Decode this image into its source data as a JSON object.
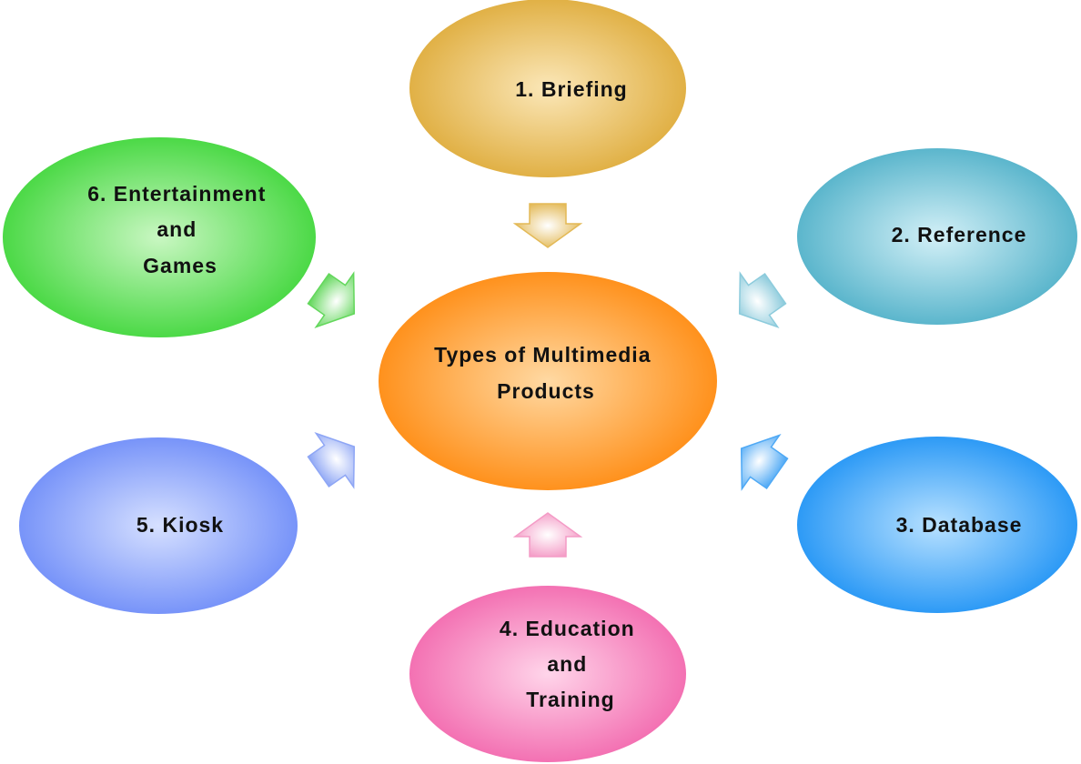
{
  "center": {
    "lines": [
      "Types of Multimedia",
      "Products"
    ],
    "color": "#ff8a0f",
    "highlight": "#ffd9a3"
  },
  "nodes": [
    {
      "id": "briefing",
      "lines": [
        "1. Briefing"
      ],
      "color": "#deab3a",
      "highlight": "#fbe7b8",
      "arrow_color": "#e3b956"
    },
    {
      "id": "reference",
      "lines": [
        "2. Reference"
      ],
      "color": "#4fb0c8",
      "highlight": "#d3f0f7",
      "arrow_color": "#8ccbdc"
    },
    {
      "id": "database",
      "lines": [
        "3. Database"
      ],
      "color": "#1f93f5",
      "highlight": "#b8e1ff",
      "arrow_color": "#4fa9f5"
    },
    {
      "id": "education-and-training",
      "lines": [
        "4. Education",
        "and",
        "Training"
      ],
      "color": "#f267ad",
      "highlight": "#ffd5ea",
      "arrow_color": "#f49bc6"
    },
    {
      "id": "kiosk",
      "lines": [
        "5. Kiosk"
      ],
      "color": "#6e8cf8",
      "highlight": "#d6e0ff",
      "arrow_color": "#8ea6f5"
    },
    {
      "id": "entertainment-and-games",
      "lines": [
        "6. Entertainment",
        "and",
        "Games"
      ],
      "color": "#3fd63a",
      "highlight": "#c9f7c2",
      "arrow_color": "#63d75c"
    }
  ]
}
